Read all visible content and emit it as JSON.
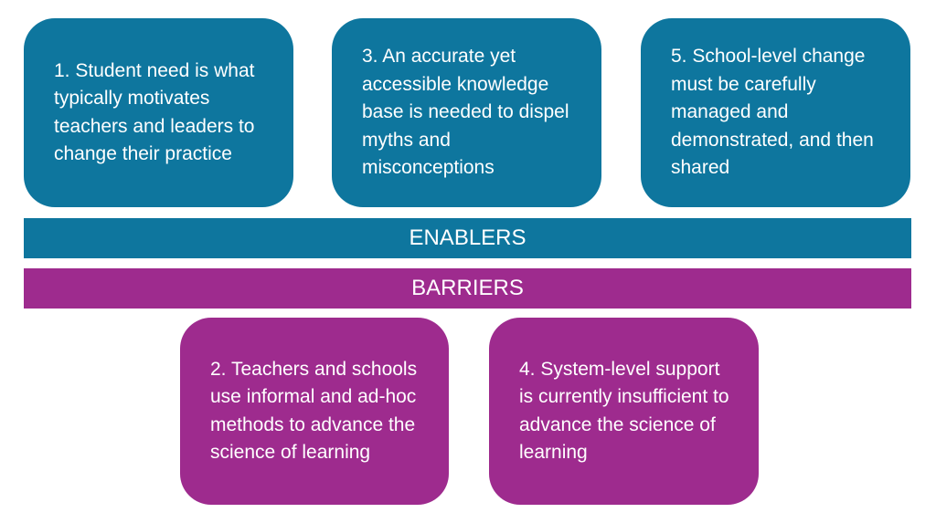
{
  "colors": {
    "enabler": "#0e769e",
    "barrier": "#9e2b8e"
  },
  "enablers": {
    "label": "ENABLERS",
    "items": [
      {
        "text": "1. Student need is what typically motivates teachers and leaders to change their practice"
      },
      {
        "text": "3. An accurate yet accessible knowledge base is needed to dispel myths and misconceptions"
      },
      {
        "text": "5. School-level change must be carefully managed and demonstrated, and then shared"
      }
    ]
  },
  "barriers": {
    "label": "BARRIERS",
    "items": [
      {
        "text": "2. Teachers and schools use informal and ad-hoc methods to advance the science of learning"
      },
      {
        "text": "4. System-level support is currently insufficient to advance the science of learning"
      }
    ]
  }
}
